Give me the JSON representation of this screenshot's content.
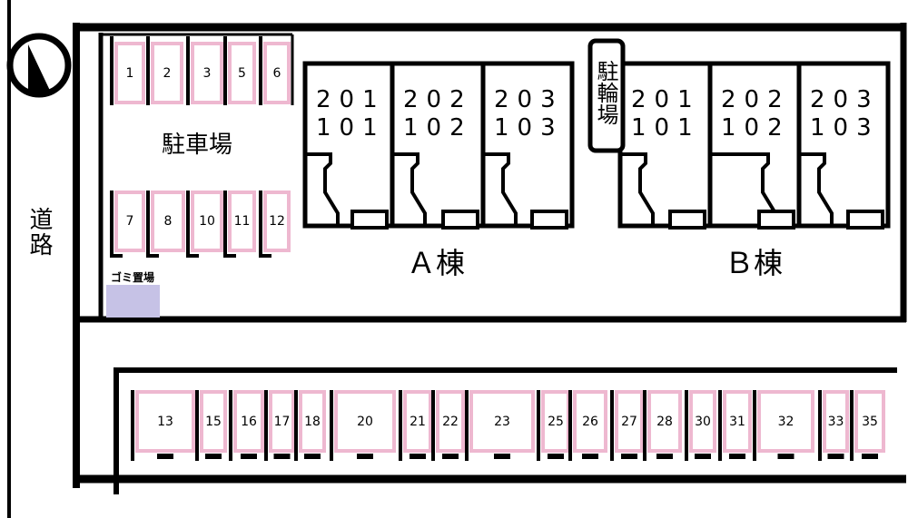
{
  "map": {
    "road_label": "道路",
    "parking_label": "駐車場",
    "garbage_label": "ゴミ置場",
    "bike_label": "駐輪場",
    "building_a": "Ａ棟",
    "building_b": "Ｂ棟",
    "building_a_rooms": [
      {
        "upper": "201",
        "lower": "101"
      },
      {
        "upper": "202",
        "lower": "102"
      },
      {
        "upper": "203",
        "lower": "103"
      }
    ],
    "building_b_rooms": [
      {
        "upper": "201",
        "lower": "101"
      },
      {
        "upper": "202",
        "lower": "102"
      },
      {
        "upper": "203",
        "lower": "103"
      }
    ],
    "upper_lot_top": [
      "1",
      "2",
      "3",
      "5",
      "6"
    ],
    "upper_lot_bottom": [
      "7",
      "8",
      "10",
      "11",
      "12"
    ],
    "lower_lot": [
      "13",
      "15",
      "16",
      "17",
      "18",
      "20",
      "21",
      "22",
      "23",
      "25",
      "26",
      "27",
      "28",
      "30",
      "31",
      "32",
      "33",
      "35"
    ],
    "colors": {
      "slot_outline": "#eeb8d0",
      "garbage_area": "#c6c2e6",
      "lines": "#000000"
    },
    "icons": {
      "north": "north-arrow-icon"
    }
  }
}
